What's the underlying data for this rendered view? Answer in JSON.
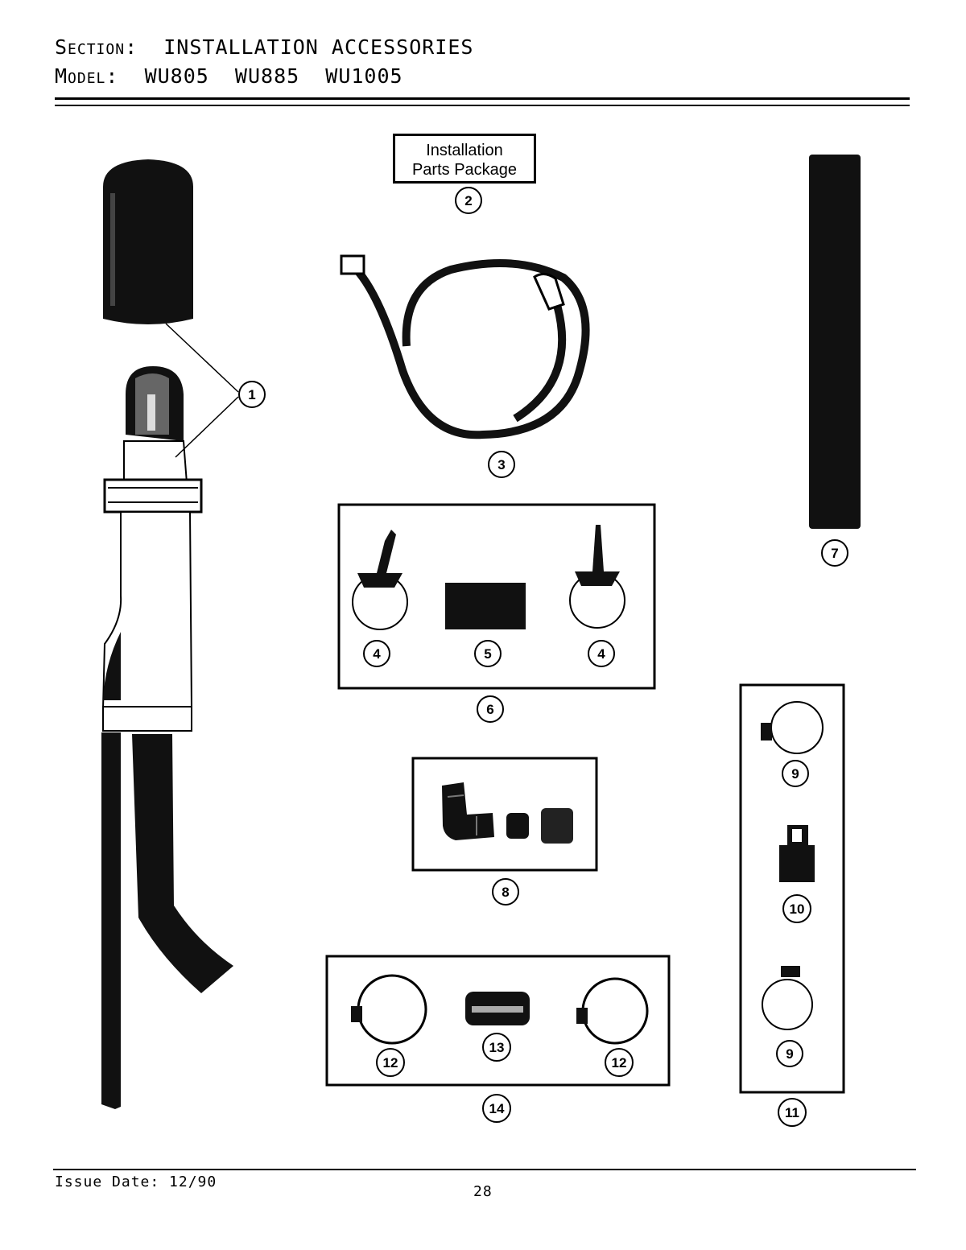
{
  "header": {
    "section_label": "Section:",
    "section_value": "INSTALLATION ACCESSORIES",
    "model_label": "Model:",
    "model_value": "WU805  WU885  WU1005"
  },
  "package_label": {
    "line1": "Installation",
    "line2": "Parts Package"
  },
  "callouts": [
    "1",
    "2",
    "3",
    "4",
    "5",
    "4",
    "6",
    "7",
    "8",
    "9",
    "10",
    "9",
    "11",
    "12",
    "13",
    "12",
    "14"
  ],
  "footer": {
    "issue_date": "Issue Date: 12/90",
    "page_number": "28"
  }
}
